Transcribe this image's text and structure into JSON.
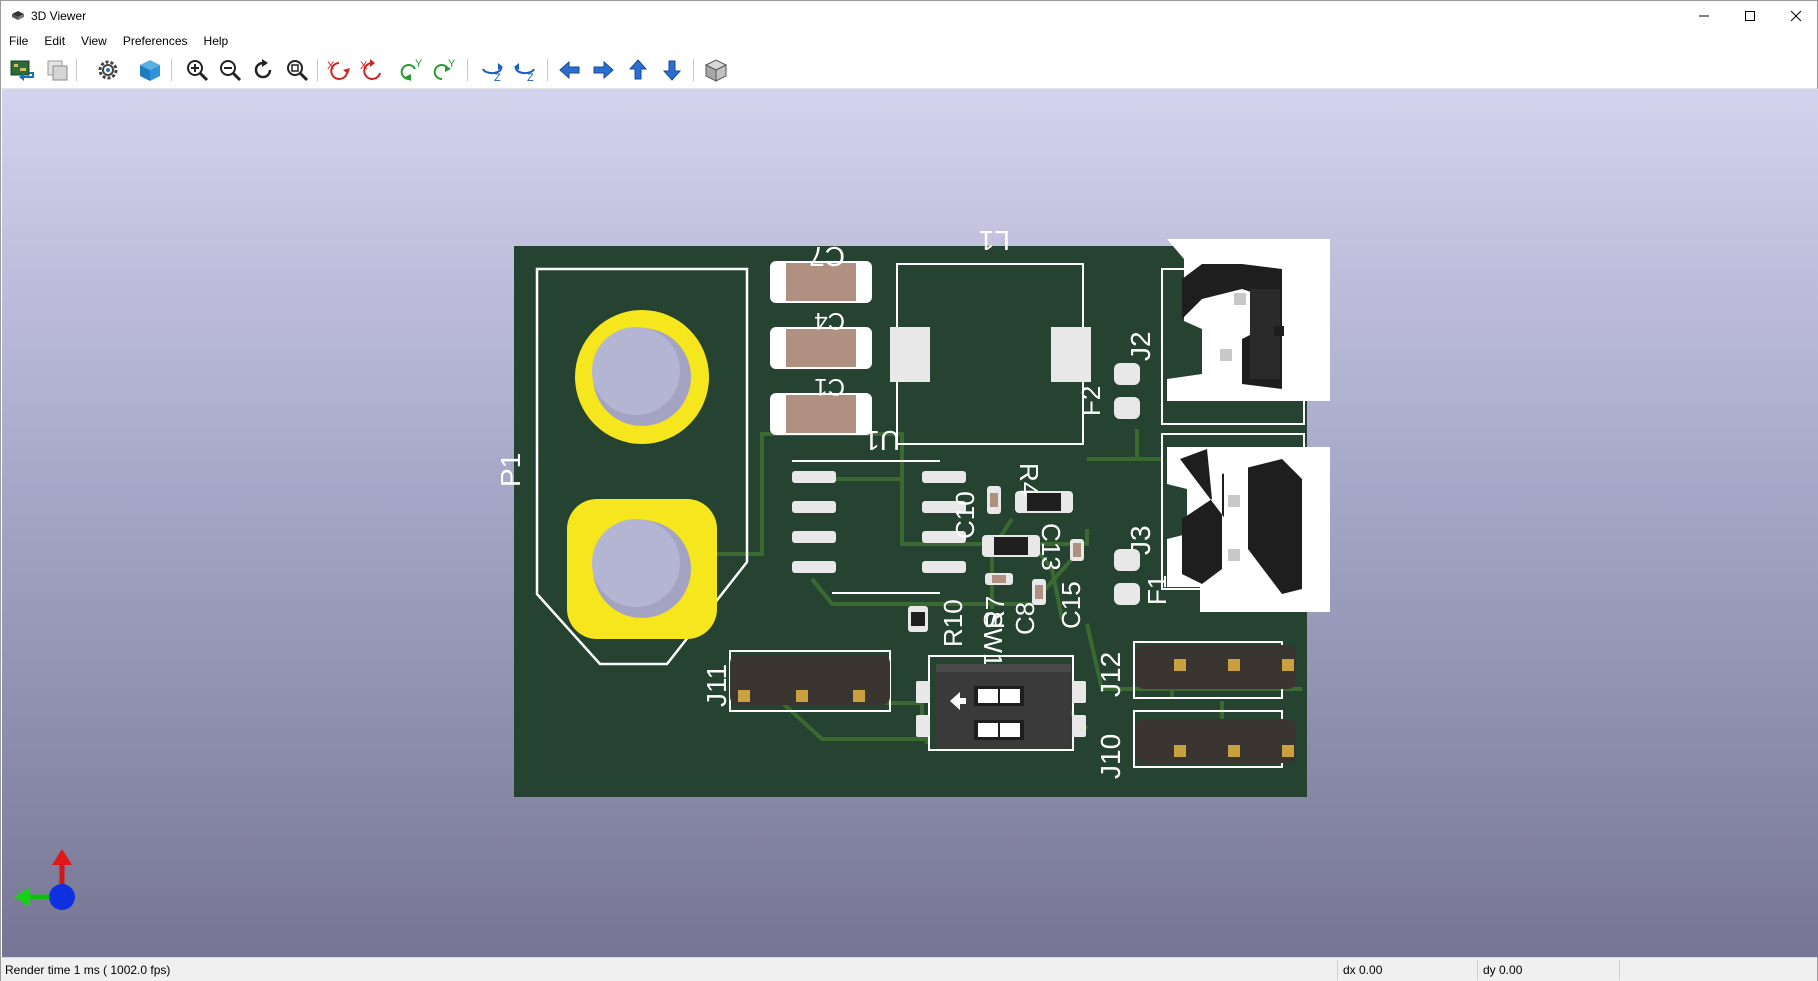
{
  "window": {
    "title": "3D Viewer"
  },
  "menu": [
    "File",
    "Edit",
    "View",
    "Preferences",
    "Help"
  ],
  "toolbar": [
    {
      "name": "reload-board-icon",
      "tooltip": ""
    },
    {
      "name": "copy-image-icon",
      "tooltip": ""
    },
    {
      "name": "settings-icon",
      "tooltip": ""
    },
    {
      "name": "3d-box-icon",
      "tooltip": ""
    },
    {
      "name": "zoom-in-icon",
      "tooltip": ""
    },
    {
      "name": "zoom-out-icon",
      "tooltip": ""
    },
    {
      "name": "redraw-icon",
      "tooltip": ""
    },
    {
      "name": "zoom-fit-icon",
      "tooltip": ""
    },
    {
      "name": "rotate-x-cw-icon",
      "tooltip": ""
    },
    {
      "name": "rotate-x-ccw-icon",
      "tooltip": ""
    },
    {
      "name": "rotate-y-cw-icon",
      "tooltip": ""
    },
    {
      "name": "rotate-y-ccw-icon",
      "tooltip": ""
    },
    {
      "name": "rotate-z-cw-icon",
      "tooltip": ""
    },
    {
      "name": "rotate-z-ccw-icon",
      "tooltip": ""
    },
    {
      "name": "pan-left-icon",
      "tooltip": ""
    },
    {
      "name": "pan-right-icon",
      "tooltip": ""
    },
    {
      "name": "pan-up-icon",
      "tooltip": ""
    },
    {
      "name": "pan-down-icon",
      "tooltip": ""
    },
    {
      "name": "projection-toggle-icon",
      "tooltip": ""
    }
  ],
  "toolbar_glyphs": {
    "rot_x": "X",
    "rot_y": "Y",
    "rot_z": "Z"
  },
  "pcb": {
    "labels": {
      "p1": "P1",
      "c7": "C7",
      "l1": "L1",
      "c4": "C4",
      "c1": "C1",
      "u1": "U1",
      "j2": "J2",
      "f2": "F2",
      "r4": "R4",
      "c10": "C10",
      "c13": "C13",
      "j3": "J3",
      "f1": "F1",
      "r10": "R10",
      "r7": "R7",
      "c8": "C8",
      "c15": "C15",
      "sw1": "SW1",
      "j12": "J12",
      "j10": "J10",
      "j11": "J11"
    },
    "colors": {
      "board": "#264231",
      "trace": "#3a6a32",
      "silkscreen": "#ffffff",
      "copper_ring": "#f5e61e",
      "capacitor": "#b09080",
      "header": "#3a3530",
      "pin": "#c8a040"
    }
  },
  "status": {
    "render_time": "Render time 1 ms ( 1002.0 fps)",
    "dx": "dx 0.00",
    "dy": "dy 0.00"
  }
}
